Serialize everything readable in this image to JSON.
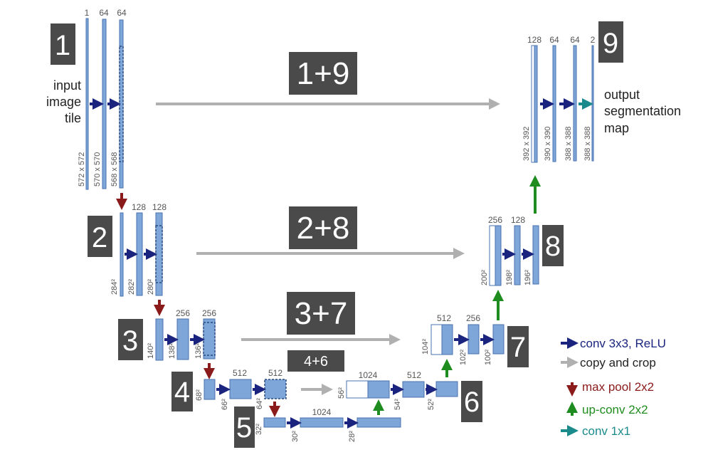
{
  "colors": {
    "feature_map": "#7fa6d8",
    "conv_arrow": "#1a237e",
    "copy_arrow": "#b0b0b0",
    "pool_arrow": "#8b1a1a",
    "upconv_arrow": "#1e8c1e",
    "conv1x1_arrow": "#1a8a8a",
    "badge": "#4a4a4a"
  },
  "input_label": [
    "input",
    "image",
    "tile"
  ],
  "output_label": [
    "output",
    "segmentation",
    "map"
  ],
  "levels": {
    "l1": {
      "badge": "1",
      "channels": [
        "1",
        "64",
        "64"
      ],
      "sizes": [
        "572 x 572",
        "570 x 570",
        "568 x 568"
      ]
    },
    "l2": {
      "badge": "2",
      "channels": [
        "128",
        "128"
      ],
      "sizes": [
        "284²",
        "282²",
        "280²"
      ]
    },
    "l3": {
      "badge": "3",
      "channels": [
        "256",
        "256"
      ],
      "sizes": [
        "140²",
        "138²",
        "136²"
      ]
    },
    "l4": {
      "badge": "4",
      "channels": [
        "512",
        "512"
      ],
      "sizes": [
        "68²",
        "66²",
        "64²"
      ]
    },
    "l5": {
      "badge": "5",
      "channels": [
        "1024"
      ],
      "sizes": [
        "32²",
        "30²",
        "28²"
      ]
    },
    "l6": {
      "badge": "6",
      "channels": [
        "1024",
        "512"
      ],
      "sizes": [
        "56²",
        "54²",
        "52²"
      ]
    },
    "l7": {
      "badge": "7",
      "channels": [
        "512",
        "256"
      ],
      "sizes": [
        "104²",
        "102²",
        "100²"
      ]
    },
    "l8": {
      "badge": "8",
      "channels": [
        "256",
        "128"
      ],
      "sizes": [
        "200²",
        "198²",
        "196²"
      ]
    },
    "l9": {
      "badge": "9",
      "channels": [
        "128",
        "64",
        "64",
        "2"
      ],
      "sizes": [
        "392 x 392",
        "390 x 390",
        "388 x 388",
        "388 x 388"
      ]
    }
  },
  "combos": [
    "1+9",
    "2+8",
    "3+7",
    "4+6"
  ],
  "legend": [
    {
      "label": "conv 3x3, ReLU",
      "color": "#1a237e",
      "icon": "right-arrow-icon"
    },
    {
      "label": "copy and crop",
      "color": "#222222",
      "icon": "gray-right-arrow-icon"
    },
    {
      "label": "max pool 2x2",
      "color": "#8b1a1a",
      "icon": "down-arrow-icon"
    },
    {
      "label": "up-conv 2x2",
      "color": "#1e8c1e",
      "icon": "up-arrow-icon"
    },
    {
      "label": "conv 1x1",
      "color": "#1a8a8a",
      "icon": "teal-right-arrow-icon"
    }
  ]
}
